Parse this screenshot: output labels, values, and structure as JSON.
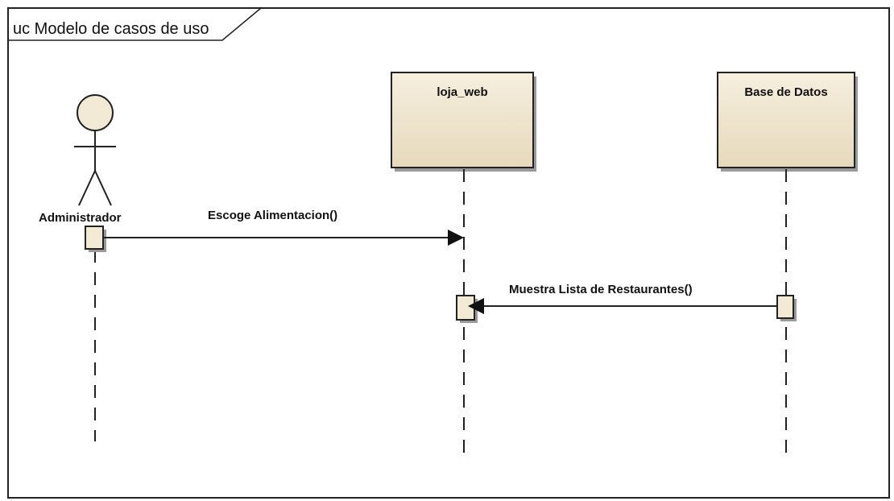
{
  "frame": {
    "title": "uc Modelo de casos de uso"
  },
  "actor": {
    "name": "Administrador"
  },
  "lifelines": [
    {
      "label": "loja_web"
    },
    {
      "label": "Base de Datos"
    }
  ],
  "messages": [
    {
      "label": "Escoge Alimentacion()"
    },
    {
      "label": "Muestra Lista de Restaurantes()"
    }
  ],
  "colors": {
    "box_fill": "#f3ead6",
    "box_fill_gradient_end": "#e8dcc0",
    "line": "#222222",
    "shadow": "#9a9a9a"
  }
}
